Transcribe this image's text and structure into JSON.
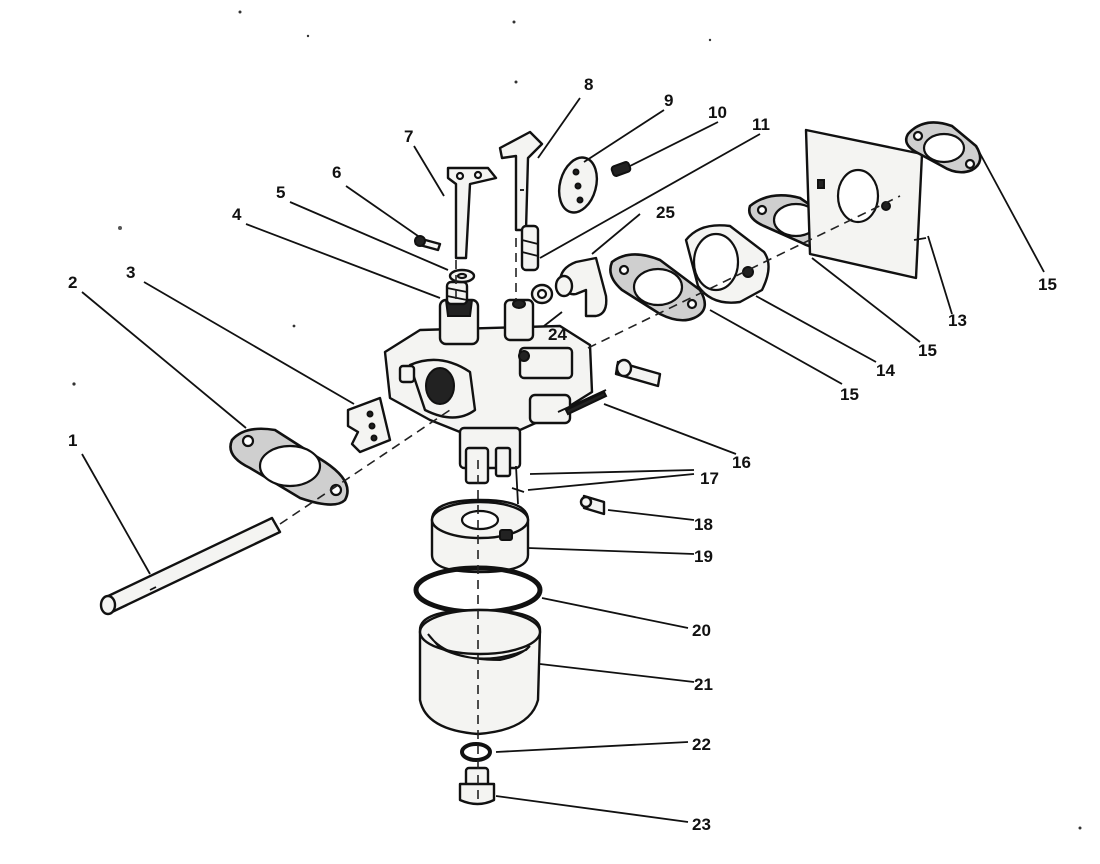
{
  "diagram": {
    "labels": [
      {
        "id": "1",
        "text": "1"
      },
      {
        "id": "2",
        "text": "2"
      },
      {
        "id": "3",
        "text": "3"
      },
      {
        "id": "4",
        "text": "4"
      },
      {
        "id": "5",
        "text": "5"
      },
      {
        "id": "6",
        "text": "6"
      },
      {
        "id": "7",
        "text": "7"
      },
      {
        "id": "8",
        "text": "8"
      },
      {
        "id": "9",
        "text": "9"
      },
      {
        "id": "10",
        "text": "10"
      },
      {
        "id": "11",
        "text": "11"
      },
      {
        "id": "13",
        "text": "13"
      },
      {
        "id": "14",
        "text": "14"
      },
      {
        "id": "15a",
        "text": "15"
      },
      {
        "id": "15b",
        "text": "15"
      },
      {
        "id": "15c",
        "text": "15"
      },
      {
        "id": "16",
        "text": "16"
      },
      {
        "id": "17",
        "text": "17"
      },
      {
        "id": "18",
        "text": "18"
      },
      {
        "id": "19",
        "text": "19"
      },
      {
        "id": "20",
        "text": "20"
      },
      {
        "id": "21",
        "text": "21"
      },
      {
        "id": "22",
        "text": "22"
      },
      {
        "id": "23",
        "text": "23"
      },
      {
        "id": "24",
        "text": "24"
      },
      {
        "id": "25",
        "text": "25"
      }
    ]
  }
}
